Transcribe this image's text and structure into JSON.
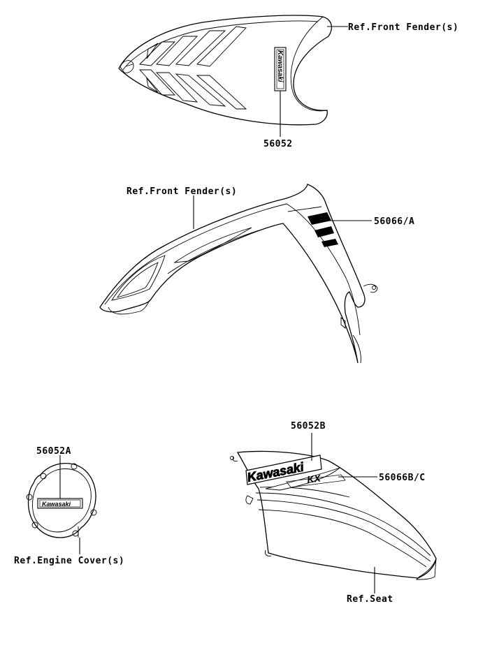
{
  "callouts": {
    "ref_front_fender_top": "Ref.Front Fender(s)",
    "part_56052": "56052",
    "ref_front_fender_mid": "Ref.Front Fender(s)",
    "part_56066A": "56066/A",
    "part_56052A": "56052A",
    "ref_engine_cover": "Ref.Engine Cover(s)",
    "part_56052B": "56052B",
    "part_56066BC": "56066B/C",
    "ref_seat": "Ref.Seat"
  },
  "decal_text": {
    "brand": "Kawasaki",
    "model": "KX"
  },
  "colors": {
    "line": "#000000",
    "background": "#ffffff"
  }
}
